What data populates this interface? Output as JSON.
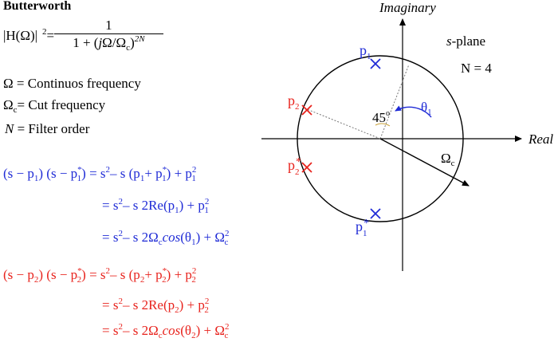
{
  "title": "Butterworth",
  "formula": {
    "lhs": "|H(Ω)|",
    "lhs_exp": "2",
    "eq": "=",
    "numerator": "1",
    "den_a": "1 + (",
    "den_j": "j",
    "den_b": "Ω/Ω",
    "den_c_sub": "c",
    "den_close": ")",
    "den_exp": "2N"
  },
  "legend": {
    "omega_sym": "Ω",
    "omega_text": " = Continuos frequency",
    "omegac_sym": "Ω",
    "omegac_sub": "c",
    "omegac_text": "= Cut frequency",
    "n_sym": "N",
    "n_text": " = Filter order"
  },
  "blue_eq": {
    "line1_a": "(s − p",
    "sub1": "1",
    "line1_b": ") (s − p",
    "star": "*",
    "line1_c": ") = s",
    "sq": "2",
    "line1_d": "– s (p",
    "line1_e": "+ p",
    "line1_f": ") + p",
    "line2_a": "= s",
    "line2_b": "– s 2Re(p",
    "line2_c": ") + p",
    "line3_a": "= s",
    "line3_b": "– s 2Ω",
    "c": "c",
    "line3_cos": "cos",
    "theta": "(θ",
    "line3_c": ") + Ω"
  },
  "red_eq": {
    "line1_a": "(s − p",
    "sub2": "2",
    "line1_b": ") (s − p",
    "star": "*",
    "line1_c": ") = s",
    "sq": "2",
    "line1_d": "– s (p",
    "line1_e": "+ p",
    "line1_f": ") + p",
    "line2_a": "= s",
    "line2_b": "– s 2Re(p",
    "line2_c": ") + p",
    "line3_a": "= s",
    "line3_b": "– s 2Ω",
    "c": "c",
    "line3_cos": "cos",
    "theta": "(θ",
    "line3_c": ") + Ω"
  },
  "plane": {
    "imag_label": "Imaginary",
    "real_label": "Real",
    "splane_s": "s",
    "splane_rest": "-plane",
    "n_label": "N = 4",
    "angle_label": "45",
    "deg": "o",
    "theta_label": "θ",
    "theta_sub": "1",
    "omega_label": "Ω",
    "omega_sub": "c",
    "p_label": "p",
    "p1_sub": "1",
    "p2_sub": "2",
    "star": "*",
    "blue_color": "#1f2bd6",
    "red_color": "#e8231d"
  }
}
